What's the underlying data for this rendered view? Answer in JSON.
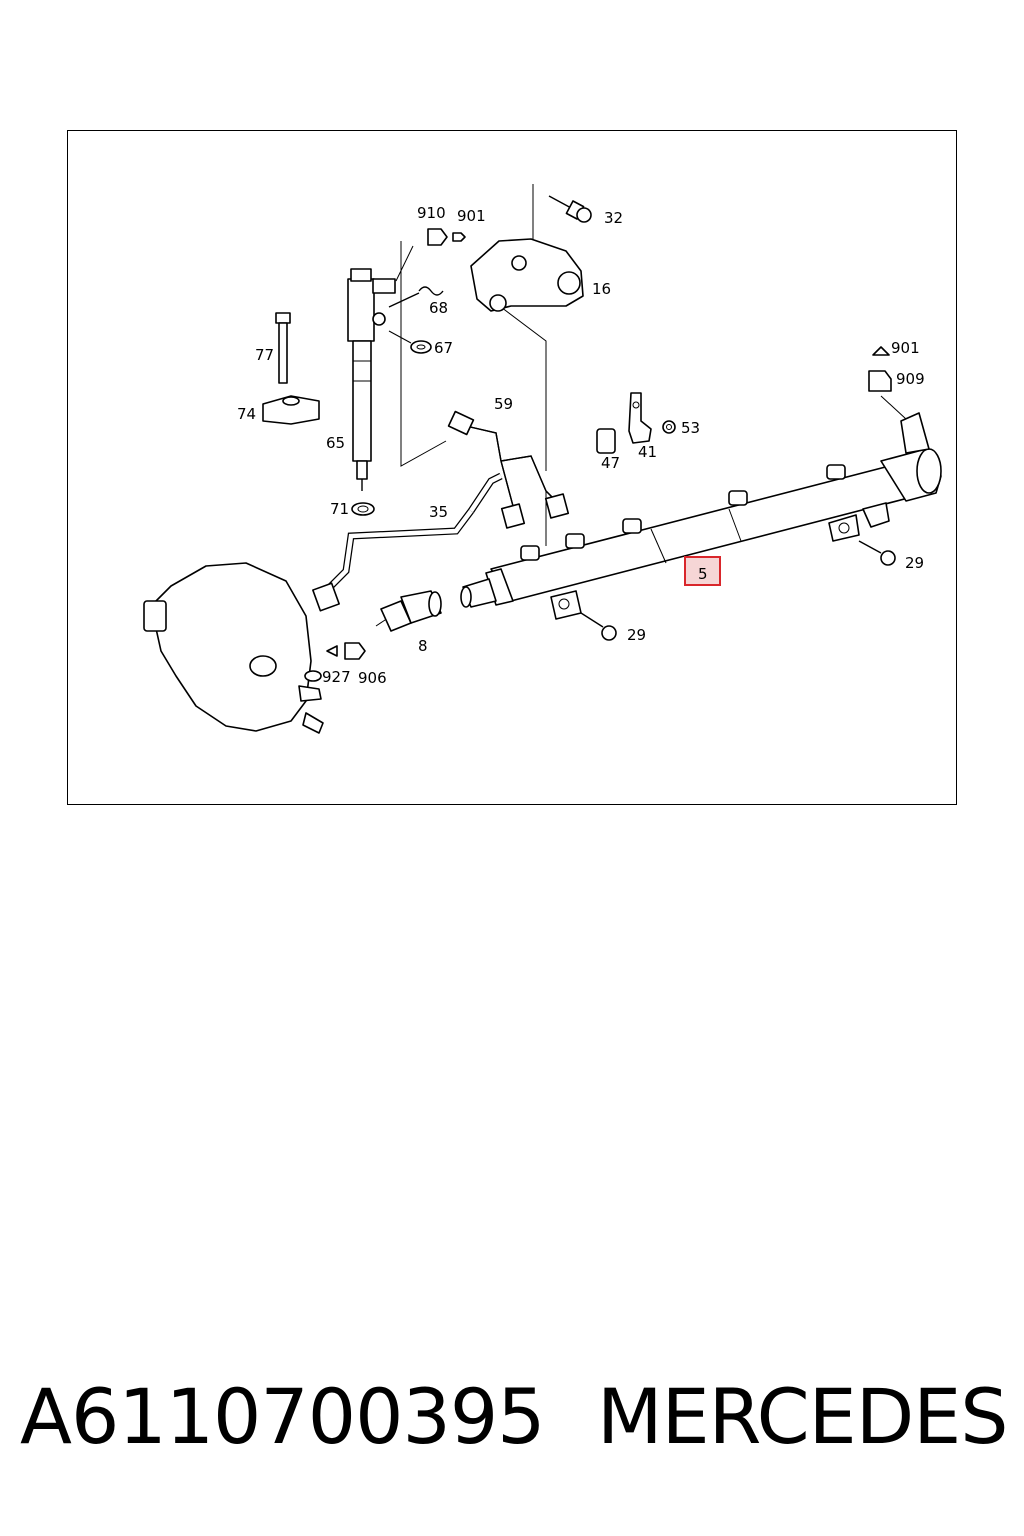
{
  "diagram": {
    "callouts": {
      "c910": "910",
      "c901a": "901",
      "c32": "32",
      "c16": "16",
      "c68": "68",
      "c67": "67",
      "c77": "77",
      "c74": "74",
      "c65": "65",
      "c59": "59",
      "c71": "71",
      "c35": "35",
      "c47": "47",
      "c41": "41",
      "c53": "53",
      "c901b": "901",
      "c909": "909",
      "c5": "5",
      "c29a": "29",
      "c29b": "29",
      "c8": "8",
      "c927": "927",
      "c906": "906"
    },
    "highlight_color": "#d9262b",
    "highlight_fill": "#f6d6d6"
  },
  "caption": {
    "part_number": "A6110700395",
    "brand": "MERCEDES"
  }
}
